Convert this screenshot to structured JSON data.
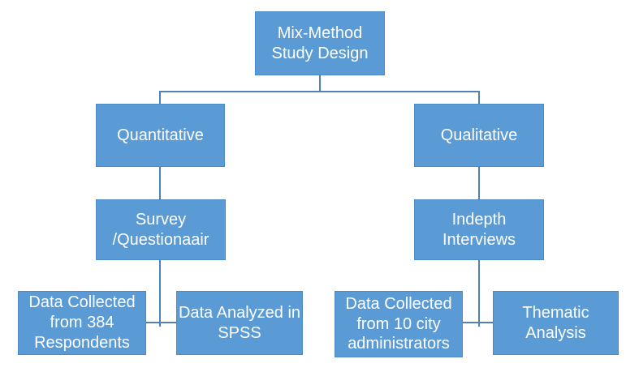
{
  "diagram": {
    "type": "flowchart",
    "title": "Mix-Method Study Design",
    "colors": {
      "node-fill": "#5b9bd5",
      "node-border": "#4e89c8",
      "connector": "#5080b5",
      "node-text": "#ffffff",
      "background": "#ffffff"
    }
  },
  "nodes": {
    "root": {
      "label": "Mix-Method\nStudy Design"
    },
    "quantitative": {
      "label": "Quantitative"
    },
    "qualitative": {
      "label": "Qualitative"
    },
    "survey": {
      "label": "Survey\n/Questionaair"
    },
    "interviews": {
      "label": "Indepth\nInterviews"
    },
    "quant_data": {
      "label": "Data Collected\nfrom 384\nRespondents"
    },
    "quant_analysis": {
      "label": "Data Analyzed in\nSPSS"
    },
    "qual_data": {
      "label": "Data Collected\nfrom 10 city\nadministrators"
    },
    "qual_analysis": {
      "label": "Thematic\nAnalysis"
    }
  },
  "edges": [
    {
      "from": "root",
      "to": "quantitative"
    },
    {
      "from": "root",
      "to": "qualitative"
    },
    {
      "from": "quantitative",
      "to": "survey"
    },
    {
      "from": "qualitative",
      "to": "interviews"
    },
    {
      "from": "survey",
      "to": "quant_data"
    },
    {
      "from": "survey",
      "to": "quant_analysis"
    },
    {
      "from": "interviews",
      "to": "qual_data"
    },
    {
      "from": "interviews",
      "to": "qual_analysis"
    }
  ]
}
